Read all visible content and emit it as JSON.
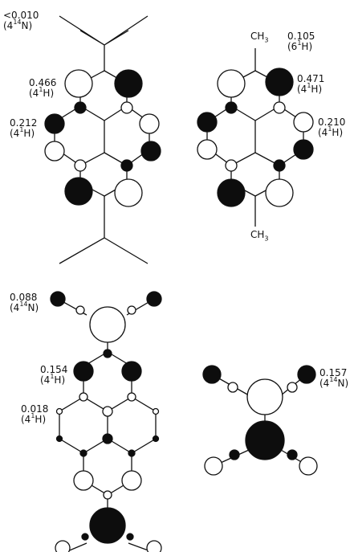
{
  "panels": [
    {
      "id": "top-left",
      "labels": [
        {
          "name": "n-coupling-label",
          "value": "<0.010",
          "nucleus": [
            "(4",
            "14",
            "N)"
          ]
        },
        {
          "name": "h-coupling-label-1",
          "value": "0.466",
          "nucleus": [
            "(4",
            "1",
            "H)"
          ]
        },
        {
          "name": "h-coupling-label-2",
          "value": "0.212",
          "nucleus": [
            "(4",
            "1",
            "H)"
          ]
        }
      ]
    },
    {
      "id": "top-right",
      "labels": [
        {
          "name": "methyl-group-top",
          "text": "CH",
          "sub": "3"
        },
        {
          "name": "methyl-coupling-label",
          "value": "0.105",
          "nucleus": [
            "(6",
            "1",
            "H)"
          ]
        },
        {
          "name": "h-coupling-label-1",
          "value": "0.471",
          "nucleus": [
            "(4",
            "1",
            "H)"
          ]
        },
        {
          "name": "h-coupling-label-2",
          "value": "0.210",
          "nucleus": [
            "(4",
            "1",
            "H)"
          ]
        },
        {
          "name": "methyl-group-bottom",
          "text": "CH",
          "sub": "3"
        }
      ]
    },
    {
      "id": "bottom-left",
      "labels": [
        {
          "name": "n-coupling-label",
          "value": "0.088",
          "nucleus": [
            "(4",
            "14",
            "N)"
          ]
        },
        {
          "name": "h-coupling-label-1",
          "value": "0.154",
          "nucleus": [
            "(4",
            "1",
            "H)"
          ]
        },
        {
          "name": "h-coupling-label-2",
          "value": "0.018",
          "nucleus": [
            "(4",
            "1",
            "H)"
          ]
        }
      ]
    },
    {
      "id": "bottom-right",
      "labels": [
        {
          "name": "n-coupling-label",
          "value": "0.157",
          "nucleus": [
            "(4",
            "14",
            "N)"
          ]
        }
      ]
    }
  ],
  "colors": {
    "ink": "#111111",
    "negative_lobe": "#0d0d0d",
    "positive_lobe": "#ffffff",
    "background": "#ffffff"
  }
}
